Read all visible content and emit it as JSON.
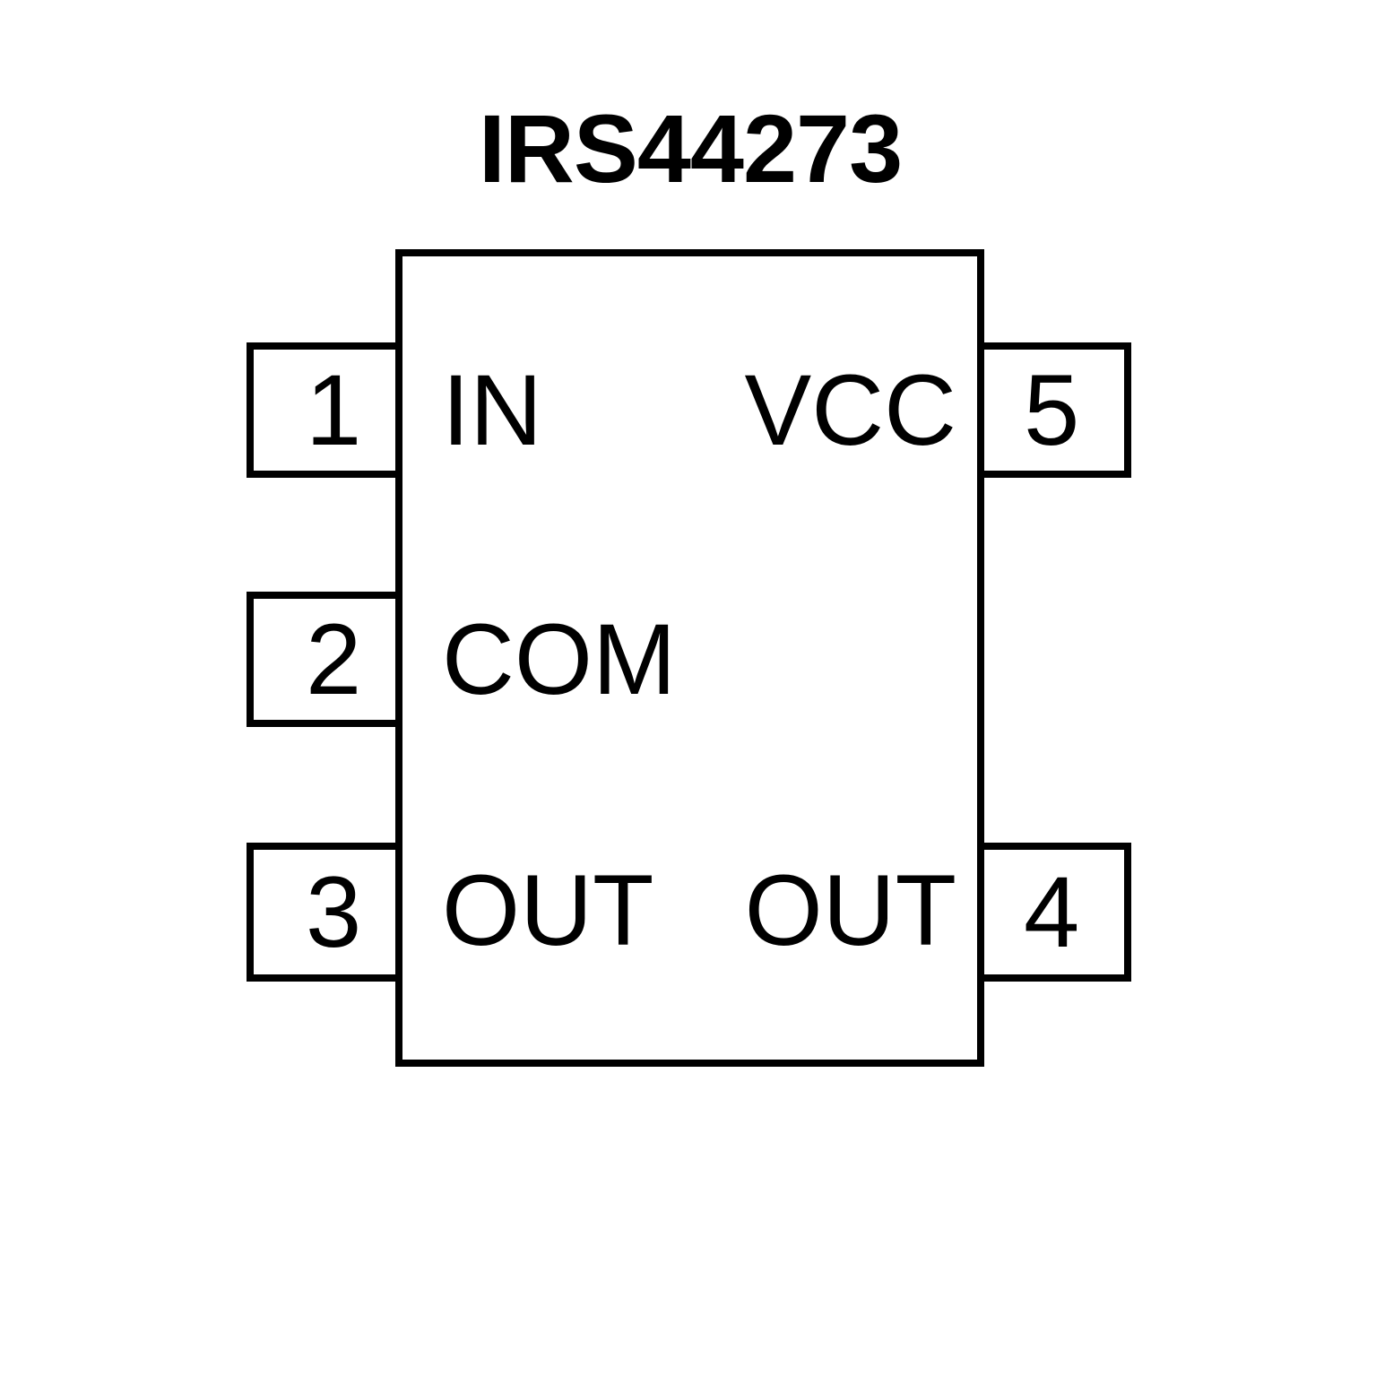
{
  "diagram": {
    "title": "IRS44273",
    "type": "ic-pinout",
    "package_pin_count": 5,
    "colors": {
      "background": "#ffffff",
      "outline": "#000000",
      "text": "#000000"
    },
    "body": {
      "fill": "#ffffff",
      "stroke": "#000000"
    },
    "pins": [
      {
        "number": "1",
        "label": "IN",
        "side": "left"
      },
      {
        "number": "2",
        "label": "COM",
        "side": "left"
      },
      {
        "number": "3",
        "label": "OUT",
        "side": "left"
      },
      {
        "number": "4",
        "label": "OUT",
        "side": "right"
      },
      {
        "number": "5",
        "label": "VCC",
        "side": "right"
      }
    ]
  }
}
